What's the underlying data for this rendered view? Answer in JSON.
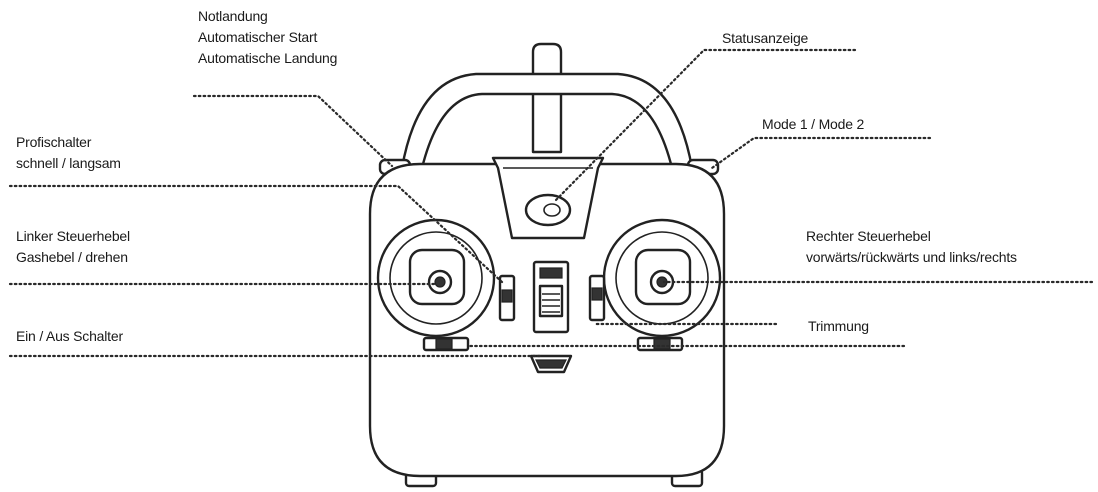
{
  "labels": {
    "notlandung": [
      "Notlandung",
      "Automatischer Start",
      "Automatische  Landung"
    ],
    "statusanzeige": [
      "Statusanzeige"
    ],
    "profischalter": [
      "Profischalter",
      "schnell / langsam"
    ],
    "mode": [
      "Mode 1 / Mode 2"
    ],
    "linker_steuerhebel": [
      "Linker Steuerhebel",
      "Gashebel / drehen"
    ],
    "rechter_steuerhebel": [
      "Rechter Steuerhebel",
      "vorwärts/rückwärts und links/rechts"
    ],
    "ein_aus": [
      "Ein / Aus Schalter"
    ],
    "trimmung": [
      "Trimmung"
    ]
  }
}
